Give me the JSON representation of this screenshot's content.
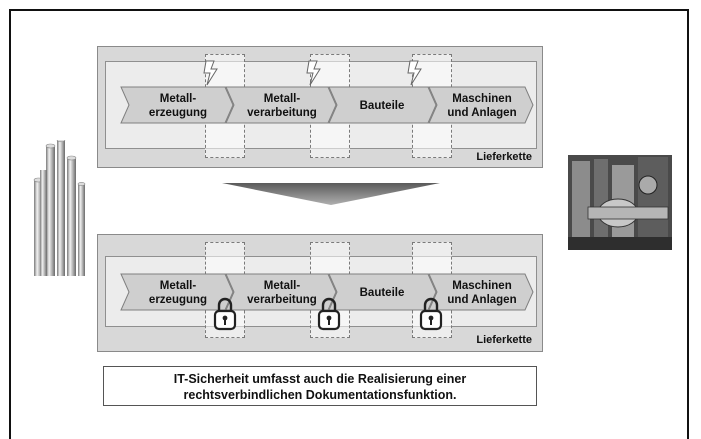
{
  "supply_chain_label": "Lieferkette",
  "steps": [
    {
      "line1": "Metall-",
      "line2": "erzeugung"
    },
    {
      "line1": "Metall-",
      "line2": "verarbeitung"
    },
    {
      "line1": "",
      "line2": "Bauteile"
    },
    {
      "line1": "Maschinen",
      "line2": "und Anlagen"
    }
  ],
  "top_panel": {
    "lightning_icons": 3
  },
  "bottom_panel": {
    "lock_icons": 3
  },
  "note": {
    "line1": "IT-Sicherheit umfasst auch die Realisierung einer",
    "line2": "rechtsverbindlichen Dokumentationsfunktion."
  },
  "colors": {
    "arrow_fill": "#cfcfcf",
    "arrow_stroke": "#7f7f7f",
    "panel_bg": "#d8d8d8",
    "inner_bg": "#ececec"
  }
}
